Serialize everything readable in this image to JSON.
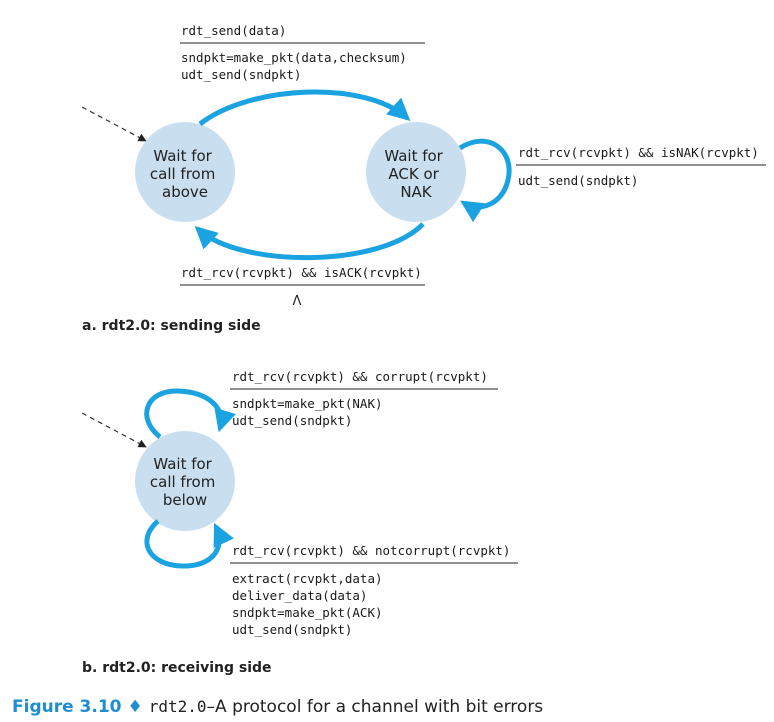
{
  "sending": {
    "subtitle": "a. rdt2.0: sending side",
    "state_wait_call_above": [
      "Wait for",
      "call from",
      "above"
    ],
    "state_wait_ack": [
      "Wait for",
      "ACK or",
      "NAK"
    ],
    "t1_event": "rdt_send(data)",
    "t1_actions": [
      "sndpkt=make_pkt(data,checksum)",
      "udt_send(sndpkt)"
    ],
    "t2_event": "rdt_rcv(rcvpkt) && isNAK(rcvpkt)",
    "t2_actions": [
      "udt_send(sndpkt)"
    ],
    "t3_event": "rdt_rcv(rcvpkt) && isACK(rcvpkt)",
    "t3_actions": [
      "Λ"
    ]
  },
  "receiving": {
    "subtitle": "b. rdt2.0: receiving side",
    "state_wait_call_below": [
      "Wait for",
      "call from",
      "below"
    ],
    "t1_event": "rdt_rcv(rcvpkt) && corrupt(rcvpkt)",
    "t1_actions": [
      "sndpkt=make_pkt(NAK)",
      "udt_send(sndpkt)"
    ],
    "t2_event": "rdt_rcv(rcvpkt) && notcorrupt(rcvpkt)",
    "t2_actions": [
      "extract(rcvpkt,data)",
      "deliver_data(data)",
      "sndpkt=make_pkt(ACK)",
      "udt_send(sndpkt)"
    ]
  },
  "caption": {
    "figure": "Figure 3.10",
    "diamond": "♦",
    "code": "rdt2.0",
    "text": "–A protocol for a channel with bit errors"
  },
  "colors": {
    "state_fill": "#c9dff0",
    "arrow": "#1aa3e0",
    "accent": "#1f8ed0"
  }
}
